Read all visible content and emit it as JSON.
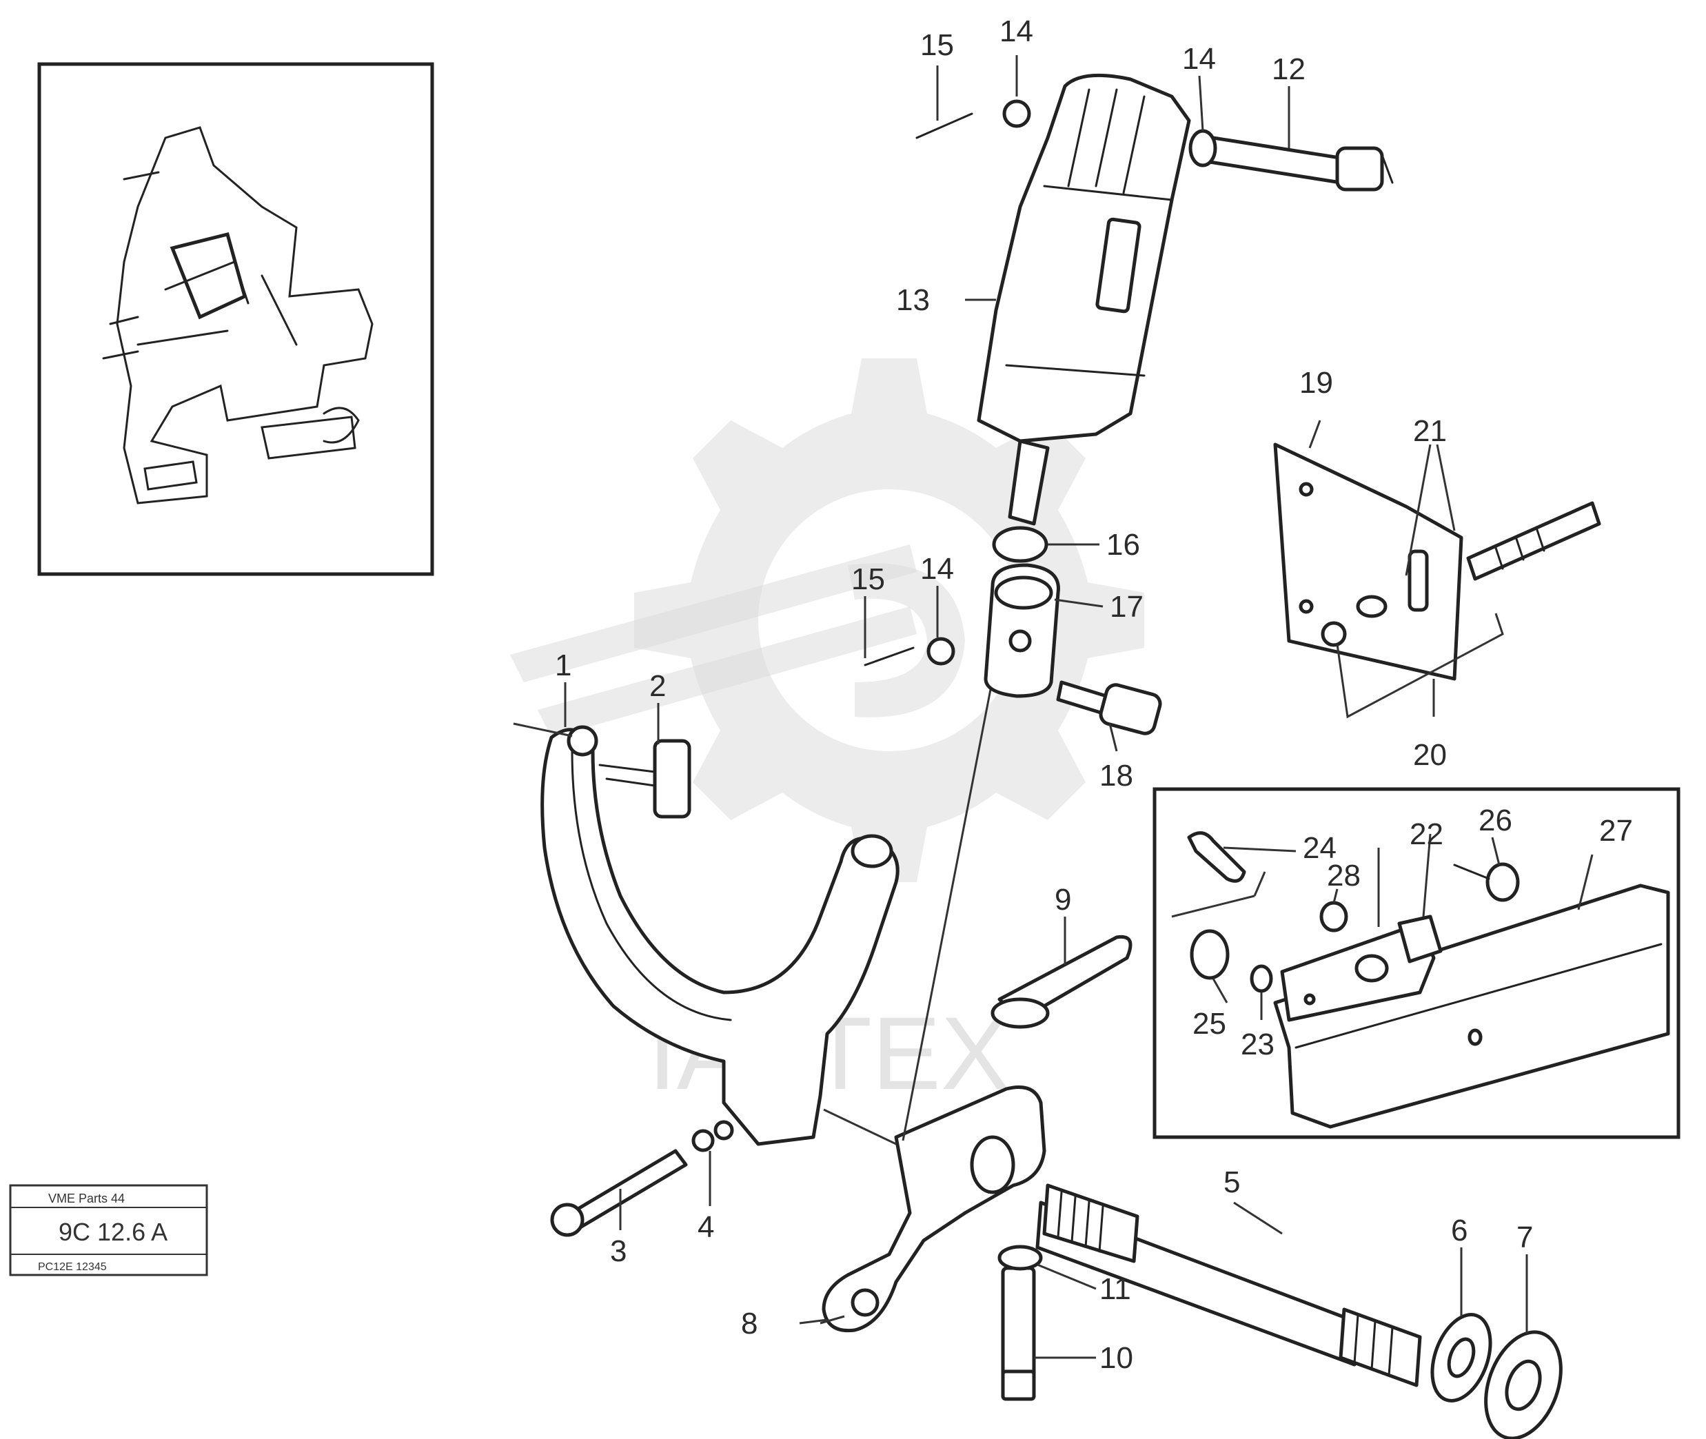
{
  "diagram": {
    "callouts": [
      {
        "id": "c1",
        "text": "1"
      },
      {
        "id": "c2",
        "text": "2"
      },
      {
        "id": "c3",
        "text": "3"
      },
      {
        "id": "c4",
        "text": "4"
      },
      {
        "id": "c5",
        "text": "5"
      },
      {
        "id": "c6",
        "text": "6"
      },
      {
        "id": "c7",
        "text": "7"
      },
      {
        "id": "c8",
        "text": "8"
      },
      {
        "id": "c9",
        "text": "9"
      },
      {
        "id": "c10",
        "text": "10"
      },
      {
        "id": "c11",
        "text": "11"
      },
      {
        "id": "c12",
        "text": "12"
      },
      {
        "id": "c13",
        "text": "13"
      },
      {
        "id": "c14a",
        "text": "14"
      },
      {
        "id": "c14b",
        "text": "14"
      },
      {
        "id": "c14c",
        "text": "14"
      },
      {
        "id": "c15a",
        "text": "15"
      },
      {
        "id": "c15b",
        "text": "15"
      },
      {
        "id": "c16",
        "text": "16"
      },
      {
        "id": "c17",
        "text": "17"
      },
      {
        "id": "c18",
        "text": "18"
      },
      {
        "id": "c19",
        "text": "19"
      },
      {
        "id": "c20",
        "text": "20"
      },
      {
        "id": "c21",
        "text": "21"
      },
      {
        "id": "c22",
        "text": "22"
      },
      {
        "id": "c23",
        "text": "23"
      },
      {
        "id": "c24",
        "text": "24"
      },
      {
        "id": "c25",
        "text": "25"
      },
      {
        "id": "c26",
        "text": "26"
      },
      {
        "id": "c27",
        "text": "27"
      },
      {
        "id": "c28",
        "text": "28"
      }
    ]
  },
  "reference_box": {
    "line1": "VME Parts 44",
    "line2": "9C 12.6 A",
    "line3": "PC12E 12345"
  },
  "watermark": {
    "text": "IAI-TEX"
  }
}
